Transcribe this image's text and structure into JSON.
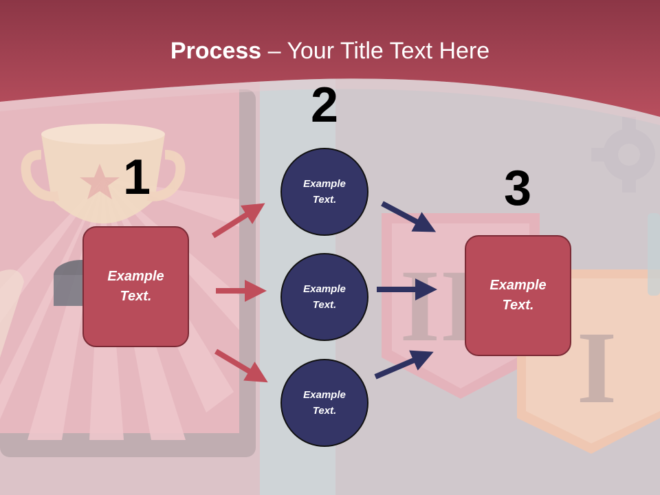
{
  "header": {
    "title_bold": "Process",
    "title_rest": " – Your Title Text Here"
  },
  "steps": {
    "one": {
      "number": "1"
    },
    "two": {
      "number": "2"
    },
    "three": {
      "number": "3"
    }
  },
  "nodes": {
    "box_left": {
      "line1": "Example",
      "line2": "Text."
    },
    "circle_top": {
      "line1": "Example",
      "line2": "Text."
    },
    "circle_middle": {
      "line1": "Example",
      "line2": "Text."
    },
    "circle_bottom": {
      "line1": "Example",
      "line2": "Text."
    },
    "box_right": {
      "line1": "Example",
      "line2": "Text."
    }
  },
  "colors": {
    "header_band": "#b24c5b",
    "box_fill": "#b84c5a",
    "circle_fill": "#343566",
    "arrow_red": "#c04d5a",
    "arrow_navy": "#2e3160"
  },
  "decorations": [
    "trophy-icon",
    "shield-badge-icon",
    "gear-icon",
    "sunburst-rays"
  ]
}
